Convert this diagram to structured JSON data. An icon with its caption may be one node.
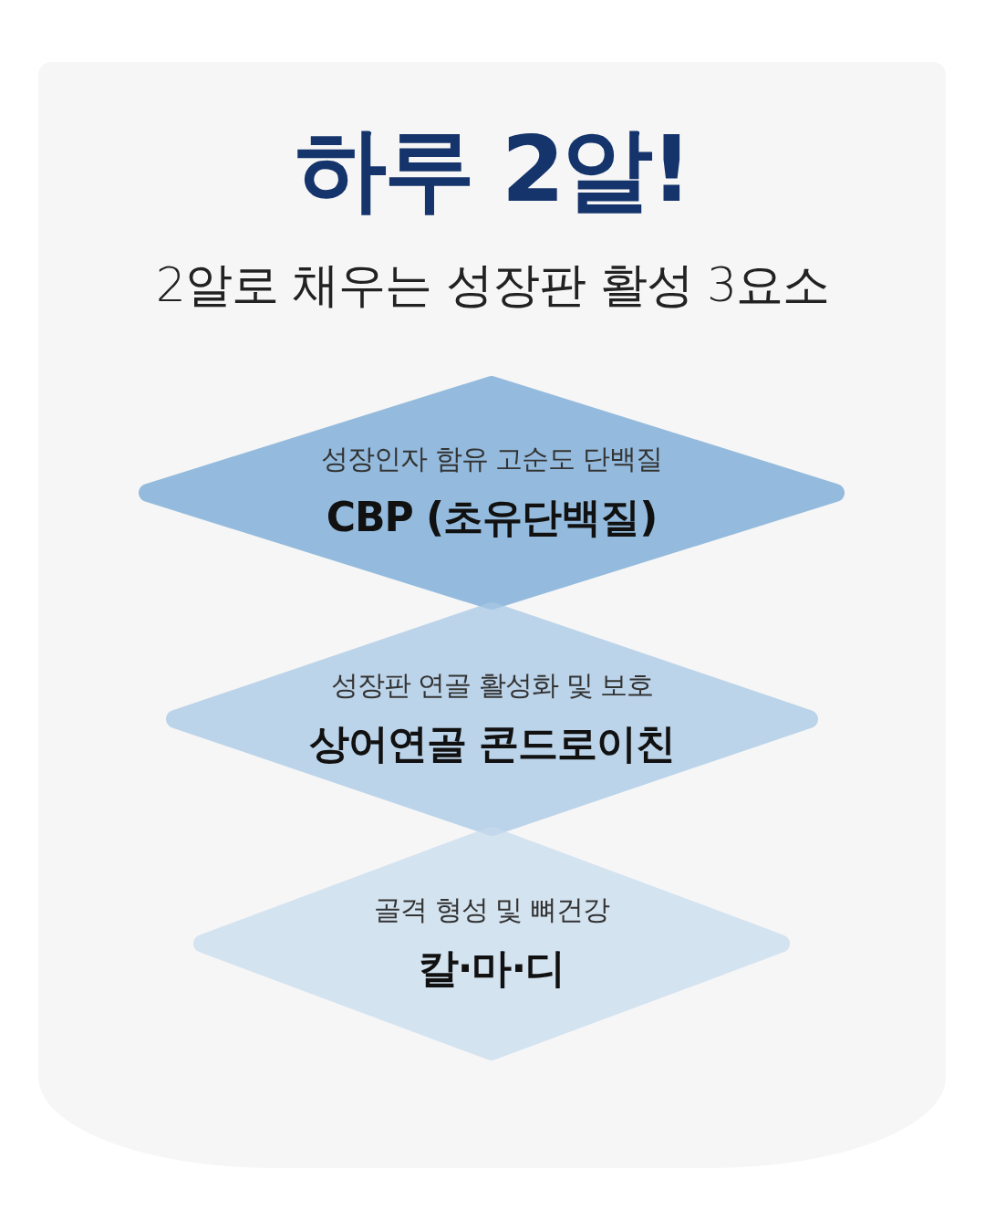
{
  "diagram": {
    "title": "하루 2알!",
    "nodes": [
      {
        "text": [
          "성장인자 함유 고순도 단백질",
          "CBP (초유단백질)"
        ]
      },
      {
        "text": [
          "성장판 연골 활성화 및 보호",
          "상어연골 콘드로이친"
        ]
      },
      {
        "text": [
          "골격 형성 및 뼈건강",
          "칼·마·디"
        ]
      }
    ],
    "labels": [
      "2알로 채우는 성장판 활성 3요소"
    ]
  }
}
